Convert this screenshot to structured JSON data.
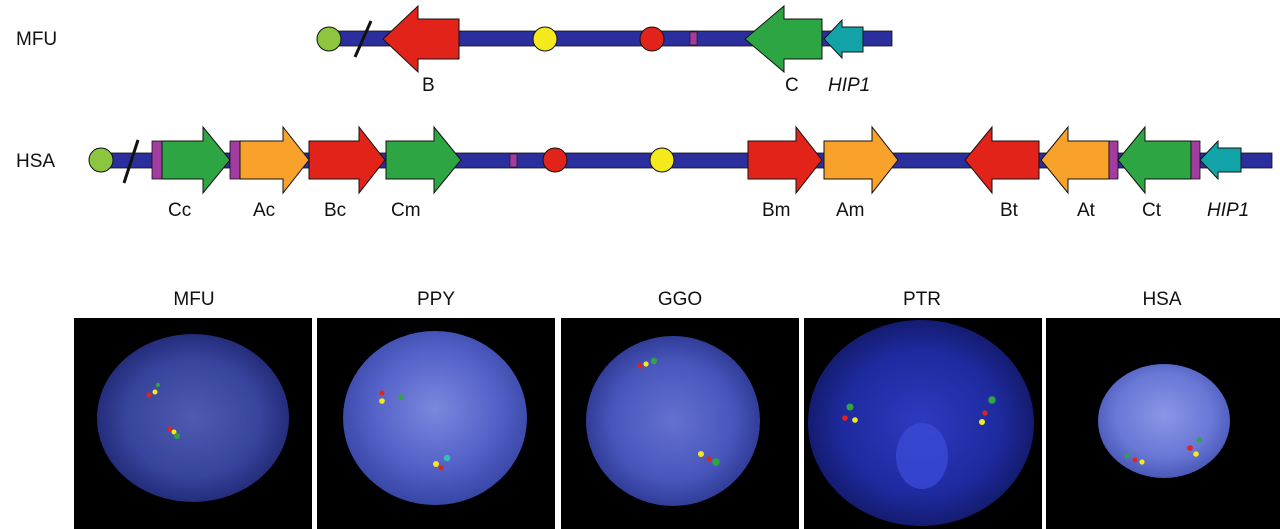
{
  "maps": {
    "mfu": {
      "species": "MFU",
      "genes": [
        {
          "label": "B",
          "color": "red",
          "dir": "left"
        },
        {
          "label": "C",
          "color": "green",
          "dir": "left"
        },
        {
          "label": "HIP1",
          "color": "teal",
          "dir": "left"
        }
      ]
    },
    "hsa": {
      "species": "HSA",
      "genes": [
        {
          "label": "Cc",
          "color": "green",
          "dir": "right"
        },
        {
          "label": "Ac",
          "color": "orange",
          "dir": "right"
        },
        {
          "label": "Bc",
          "color": "red",
          "dir": "right"
        },
        {
          "label": "Cm",
          "color": "green",
          "dir": "right"
        },
        {
          "label": "Bm",
          "color": "red",
          "dir": "right"
        },
        {
          "label": "Am",
          "color": "orange",
          "dir": "right"
        },
        {
          "label": "Bt",
          "color": "red",
          "dir": "left"
        },
        {
          "label": "At",
          "color": "orange",
          "dir": "left"
        },
        {
          "label": "Ct",
          "color": "green",
          "dir": "left"
        },
        {
          "label": "HIP1",
          "color": "teal",
          "dir": "left"
        }
      ]
    }
  },
  "panels": [
    {
      "label": "MFU"
    },
    {
      "label": "PPY"
    },
    {
      "label": "GGO"
    },
    {
      "label": "PTR"
    },
    {
      "label": "HSA"
    }
  ],
  "colors": {
    "backbone": "#2b2f9e",
    "red": "#e2231a",
    "green": "#2ea543",
    "orange": "#f8a12b",
    "teal": "#12a3a8",
    "yellow": "#f4e91c",
    "lime": "#8cc63f",
    "magenta": "#a23ca0",
    "nucleus": "#4b57c4"
  }
}
